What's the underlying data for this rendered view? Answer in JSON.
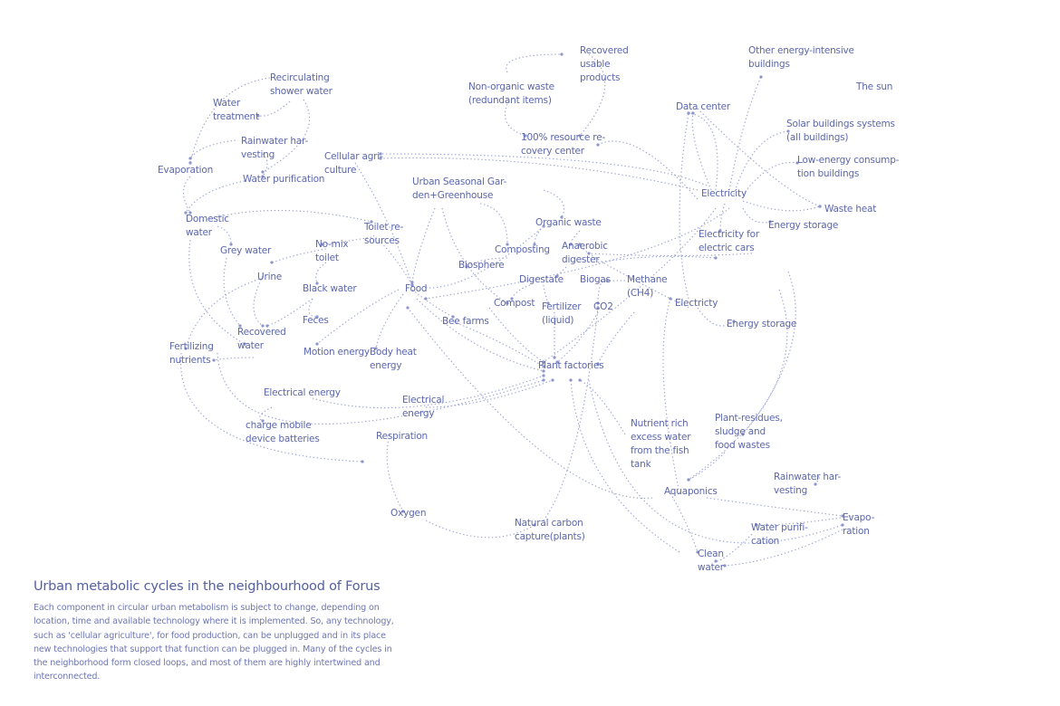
{
  "nodes": [
    "Recirculating\nshower water",
    "Water\ntreatment",
    "Rainwater har-\nvesting",
    "Evaporation",
    "Water purification",
    "Domestic\nwater",
    "Grey water",
    "Urine",
    "No-mix\ntoilet",
    "Toilet re-\nsources",
    "Black water",
    "Feces",
    "Recovered\nwater",
    "Fertilizing\nnutrients",
    "Cellular agri-\nculture",
    "Non-organic waste\n(redundant items)",
    "Recovered\nusable\nproducts",
    "100% resource re-\ncovery center",
    "Urban Seasonal Gar-\nden+Greenhouse",
    "Organic waste",
    "Composting",
    "Anaerobic\ndigester",
    "Biosphere",
    "Digestate",
    "Biogas",
    "Methane\n(CH4)",
    "Compost",
    "Fertilizer\n(liquid)",
    "CO2",
    "Food",
    "Bee farms",
    "Electricty",
    "Energy storage",
    "Motion energy",
    "Body heat\nenergy",
    "Plant factories",
    "Electrical energy",
    "Electrical\nenergy",
    "charge mobile\ndevice batteries",
    "Respiration",
    "Nutrient rich\nexcess water\nfrom the fish\ntank",
    "Plant-residues,\nsludge and\nfood wastes",
    "Aquaponics",
    "Rainwater har-\nvesting",
    "Evapo-\nration",
    "Water purifi-\ncation",
    "Clean\nwater",
    "Oxygen",
    "Natural carbon\ncapture(plants)",
    "Other energy-intensive\nbuildings",
    "The sun",
    "Data center",
    "Solar buildings systems\n(all buildings)",
    "Low-energy consump-\ntion buildings",
    "Electricity",
    "Waste heat",
    "Energy storage",
    "Electricity for\nelectric cars"
  ],
  "caption": {
    "title": "Urban metabolic cycles in the neighbourhood of Forus",
    "text": "Each component in circular urban metabolism is subject to change, depending on location, time and available technology where it is implemented. So, any technology, such as 'cellular agriculture', for food production, can be unplugged and in its place new technologies that support that function can be plugged in. Many of the cycles in the neighborhood form closed loops, and most of them are highly intertwined and interconnected."
  },
  "colors": {
    "text": "#5c67ad",
    "line": "#9aa2d2"
  }
}
